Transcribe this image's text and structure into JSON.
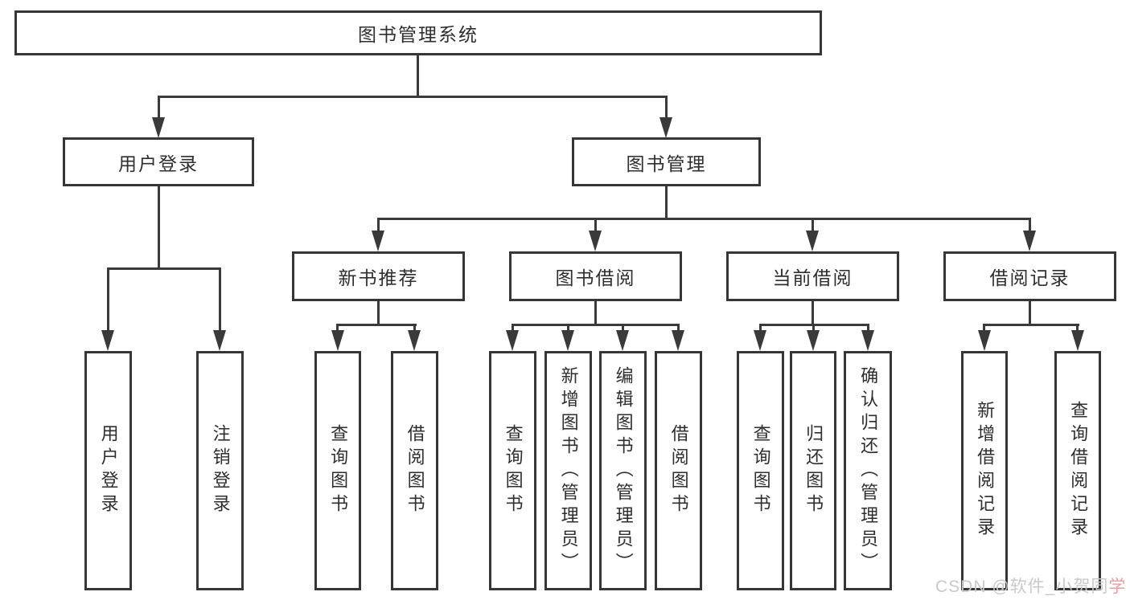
{
  "title": "图书管理系统",
  "colors": {
    "background": "#ffffff",
    "line": "#3a3a3a",
    "border": "#363636",
    "text": "#2e2e2e",
    "watermark_gray": "#c9c9c9",
    "watermark_red": "#e2a2a2"
  },
  "nodes": {
    "root": "图书管理系统",
    "user_login": "用户登录",
    "book_mgmt": "图书管理",
    "new_books": "新书推荐",
    "book_borrow": "图书借阅",
    "current_borrow": "当前借阅",
    "borrow_records": "借阅记录"
  },
  "leaves": {
    "user_login": "用户登录",
    "logout": "注销登录",
    "nb_query": "查询图书",
    "nb_borrow": "借阅图书",
    "bb_query": "查询图书",
    "bb_add": "新增图书（管理员）",
    "bb_edit": "编辑图书（管理员）",
    "bb_borrow": "借阅图书",
    "cb_query": "查询图书",
    "cb_return": "归还图书",
    "cb_confirm": "确认归还（管理员）",
    "br_add": "新增借阅记录",
    "br_query": "查询借阅记录"
  },
  "watermark": {
    "gray": "CSDN @软件_小贺同",
    "red": "学"
  }
}
